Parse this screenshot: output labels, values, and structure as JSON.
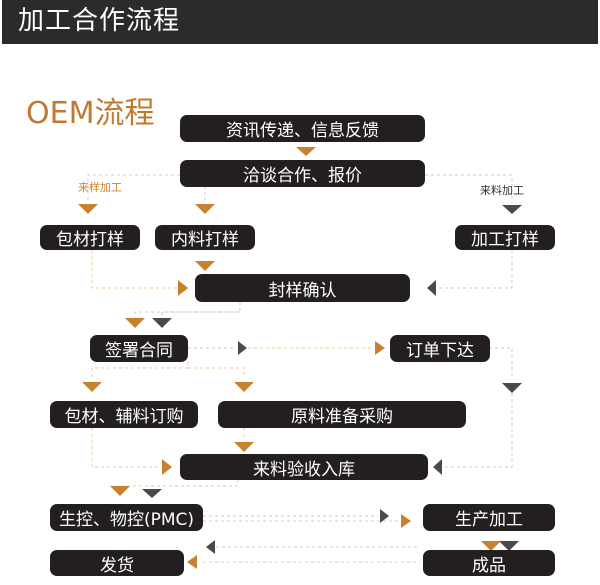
{
  "header": {
    "title": "加工合作流程"
  },
  "oem_title": "OEM流程",
  "steps": {
    "info": "资讯传递、信息反馈",
    "negotiate": "洽谈合作、报价",
    "packaging_sample": "包材打样",
    "content_sample": "内料打样",
    "processing_sample": "加工打样",
    "confirm_sample": "封样确认",
    "sign_contract": "签署合同",
    "place_order": "订单下达",
    "order_materials": "包材、辅料订购",
    "raw_materials": "原料准备采购",
    "inspection": "来料验收入库",
    "production_control": "生控、物控(PMC)",
    "production": "生产加工",
    "shipping": "发货",
    "finished_product": "成品"
  },
  "branch_labels": {
    "left": "来样加工",
    "right": "来料加工"
  },
  "colors": {
    "box": "#231f20",
    "orange": "#c8822f",
    "dark_arrow": "#4a4a4a",
    "dash_orange": "#e8c9a0",
    "dash_gray": "#c8c8c8"
  }
}
